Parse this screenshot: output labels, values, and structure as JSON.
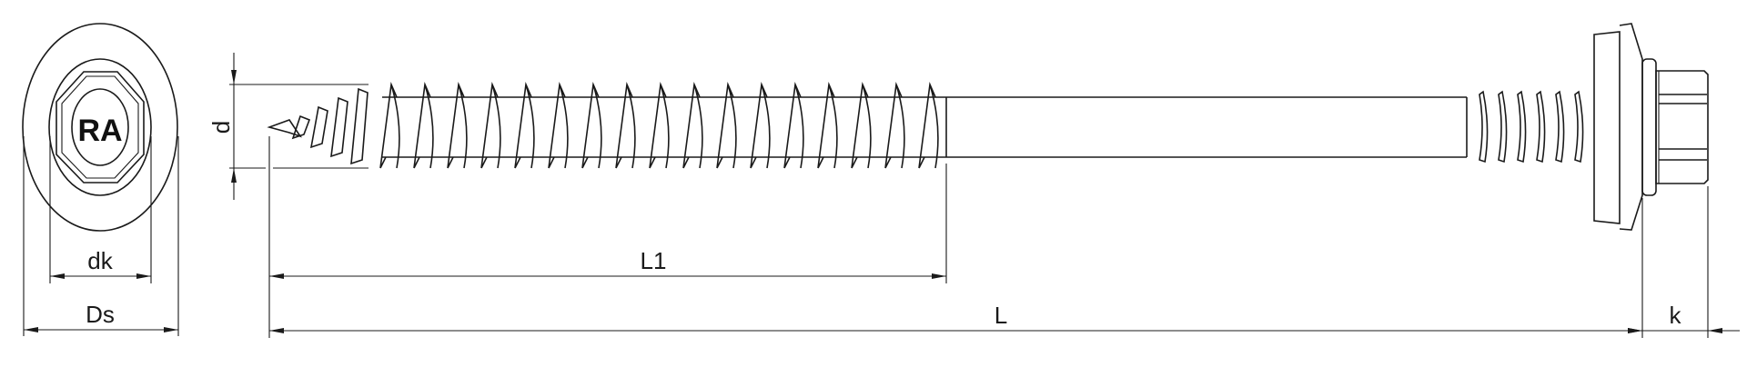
{
  "drawing": {
    "head_marking": "RA",
    "dimensions": {
      "head_diameter": "dk",
      "washer_diameter": "Ds",
      "thread_diameter": "d",
      "thread_length": "L1",
      "total_length": "L",
      "head_height": "k"
    },
    "line_color": "#1a1a1a"
  }
}
